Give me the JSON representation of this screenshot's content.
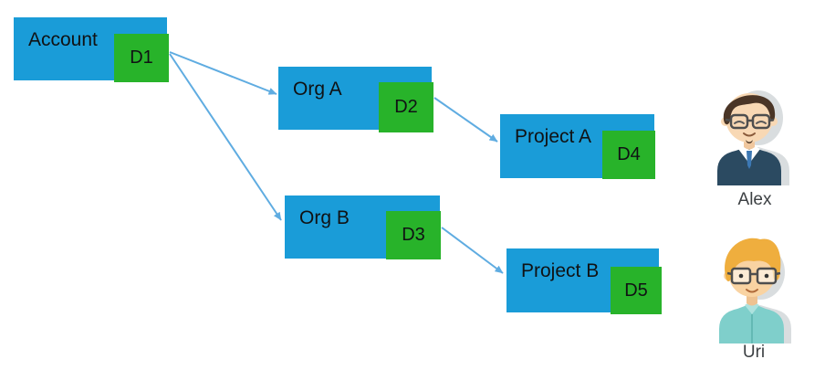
{
  "theme": {
    "node-blue": "#1a9cd8",
    "badge-green": "#28b32a",
    "arrow-blue": "#5face1",
    "label-dark": "#101214",
    "name-gray": "#3c4043",
    "bg": "#ffffff"
  },
  "diagram": {
    "nodes": [
      {
        "label": "Account",
        "badge": "D1"
      },
      {
        "label": "Org A",
        "badge": "D2"
      },
      {
        "label": "Org B",
        "badge": "D3"
      },
      {
        "label": "Project A",
        "badge": "D4"
      },
      {
        "label": "Project B",
        "badge": "D5"
      }
    ],
    "edges": [
      {
        "from": "D1",
        "to": "Org A"
      },
      {
        "from": "D1",
        "to": "Org B"
      },
      {
        "from": "D2",
        "to": "Project A"
      },
      {
        "from": "D3",
        "to": "Project B"
      }
    ]
  },
  "users": [
    {
      "name": "Alex"
    },
    {
      "name": "Uri"
    }
  ]
}
